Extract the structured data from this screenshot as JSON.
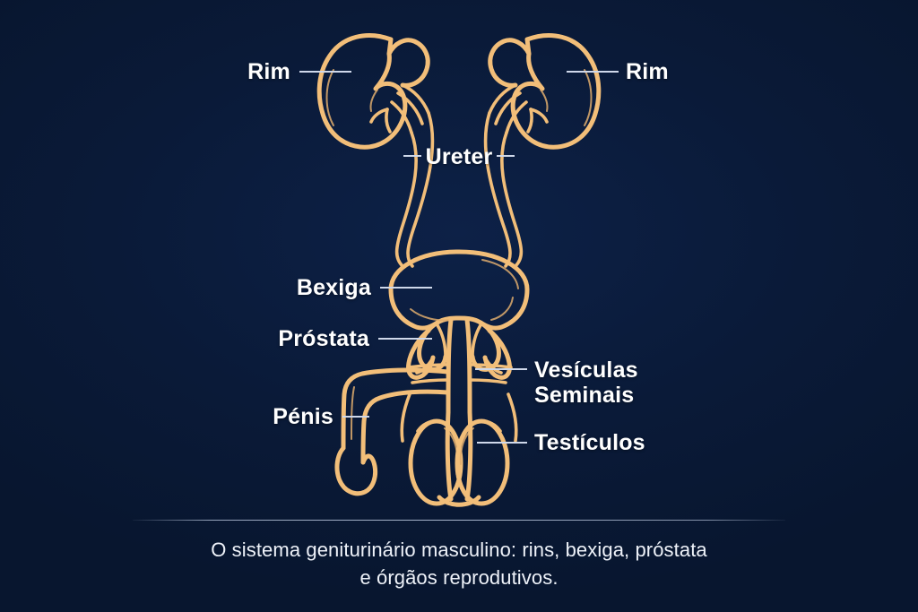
{
  "page": {
    "title": "Sistema geniturinário masculino",
    "background_color": "#0a1a38",
    "organ_stroke_color": "#f2be79",
    "label_text_color": "#ffffff",
    "leader_line_color": "#cfd8ea"
  },
  "diagram": {
    "subject": "male genitourinary system",
    "style": "line drawing",
    "labels": [
      {
        "id": "kidney-left",
        "text": "Rim",
        "align": "right"
      },
      {
        "id": "kidney-right",
        "text": "Rim",
        "align": "left"
      },
      {
        "id": "ureter",
        "text": "Ureter",
        "align": "center"
      },
      {
        "id": "bladder",
        "text": "Bexiga",
        "align": "right"
      },
      {
        "id": "prostate",
        "text": "Próstata",
        "align": "right"
      },
      {
        "id": "seminal-vesicles",
        "text": "Vesículas\nSeminais",
        "align": "left"
      },
      {
        "id": "penis",
        "text": "Pénis",
        "align": "right"
      },
      {
        "id": "testicles",
        "text": "Testículos",
        "align": "left"
      }
    ]
  },
  "footer": {
    "caption": "O sistema geniturinário masculino: rins, bexiga, próstata\ne órgãos reprodutivos."
  }
}
